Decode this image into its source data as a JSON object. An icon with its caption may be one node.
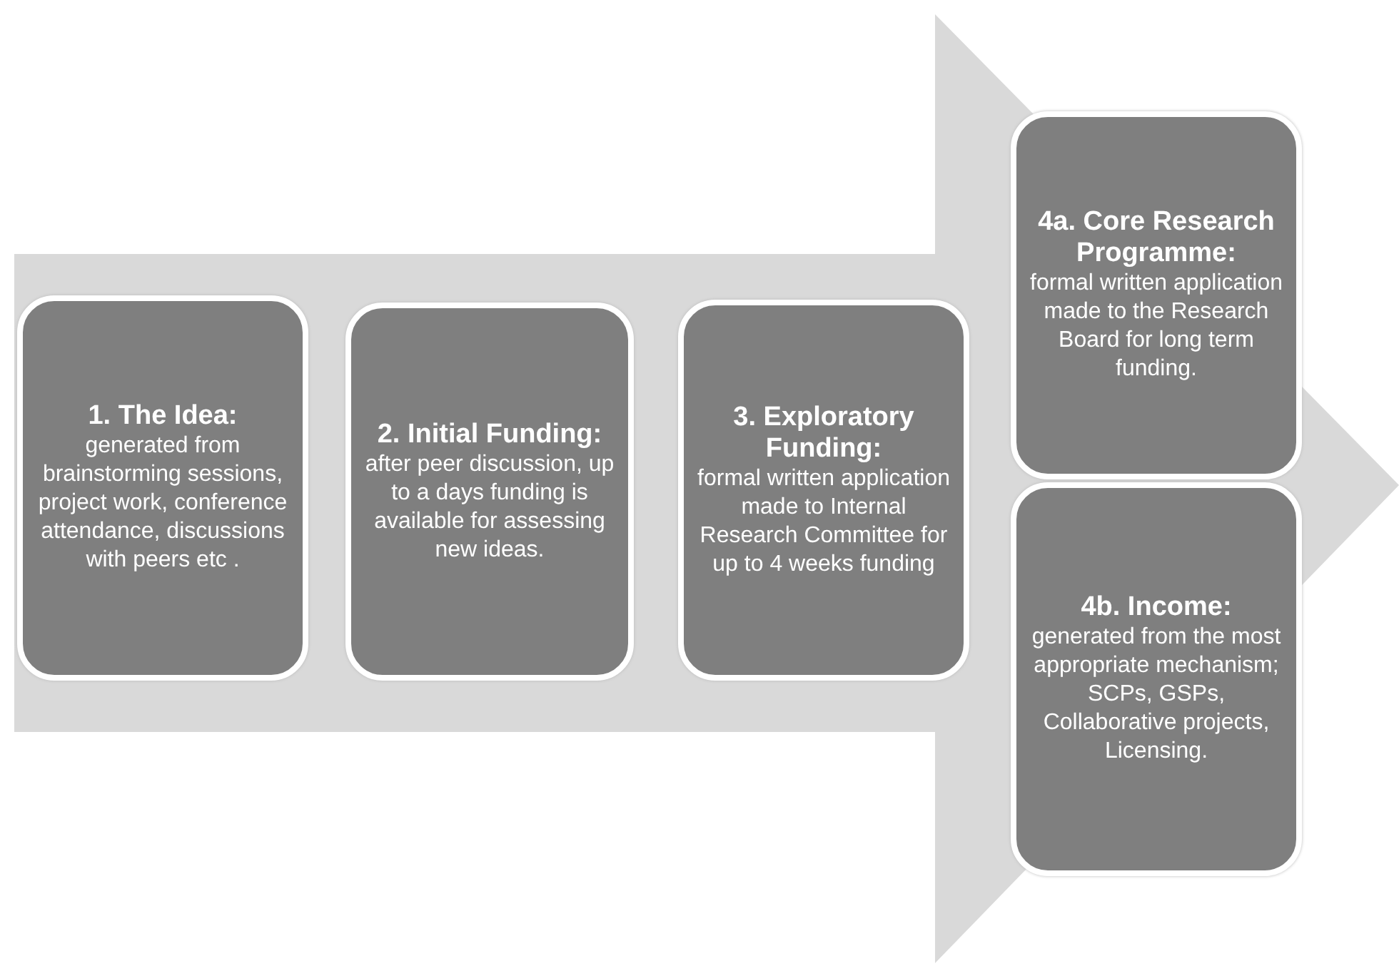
{
  "diagram": {
    "nodes": [
      {
        "text": [
          "1. The Idea:",
          "generated from brainstorming sessions, project work, conference attendance, discussions with peers etc ."
        ]
      },
      {
        "text": [
          "2. Initial Funding:",
          "after peer discussion, up to a days funding is available for assessing new ideas."
        ]
      },
      {
        "text": [
          "3. Exploratory Funding:",
          "formal written application made to Internal Research Committee for up to 4 weeks funding"
        ]
      },
      {
        "text": [
          "4a. Core Research Programme:",
          "formal written application made to the Research Board for long term funding."
        ]
      },
      {
        "text": [
          "4b. Income:",
          "generated from the most appropriate mechanism; SCPs, GSPs, Collaborative projects, Licensing."
        ]
      }
    ]
  }
}
